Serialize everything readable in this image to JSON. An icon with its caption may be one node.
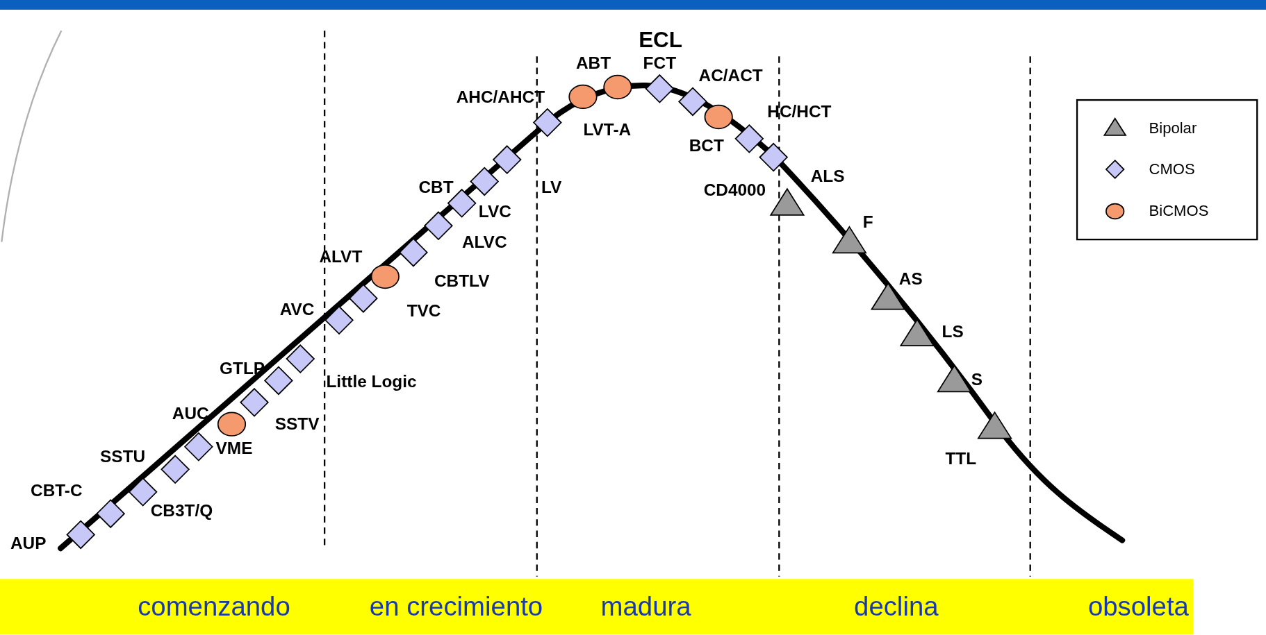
{
  "diagram": {
    "labels": [
      "ECL",
      "ABT",
      "FCT",
      "AC/ACT",
      "AHC/AHCT",
      "HC/HCT",
      "LVT-A",
      "BCT",
      "CD4000",
      "ALS",
      "CBT",
      "LV",
      "LVC",
      "F",
      "ALVC",
      "ALVT",
      "CBTLV",
      "AS",
      "AVC",
      "TVC",
      "LS",
      "GTLP",
      "Little Logic",
      "S",
      "AUC",
      "SSTV",
      "VME",
      "SSTU",
      "TTL",
      "CBT-C",
      "CB3T/Q",
      "AUP",
      "comenzando",
      "en crecimiento",
      "madura",
      "declina",
      "obsoleta"
    ],
    "legend": [
      {
        "text": "Bipolar"
      },
      {
        "text": "CMOS"
      },
      {
        "text": "BiCMOS"
      }
    ]
  }
}
